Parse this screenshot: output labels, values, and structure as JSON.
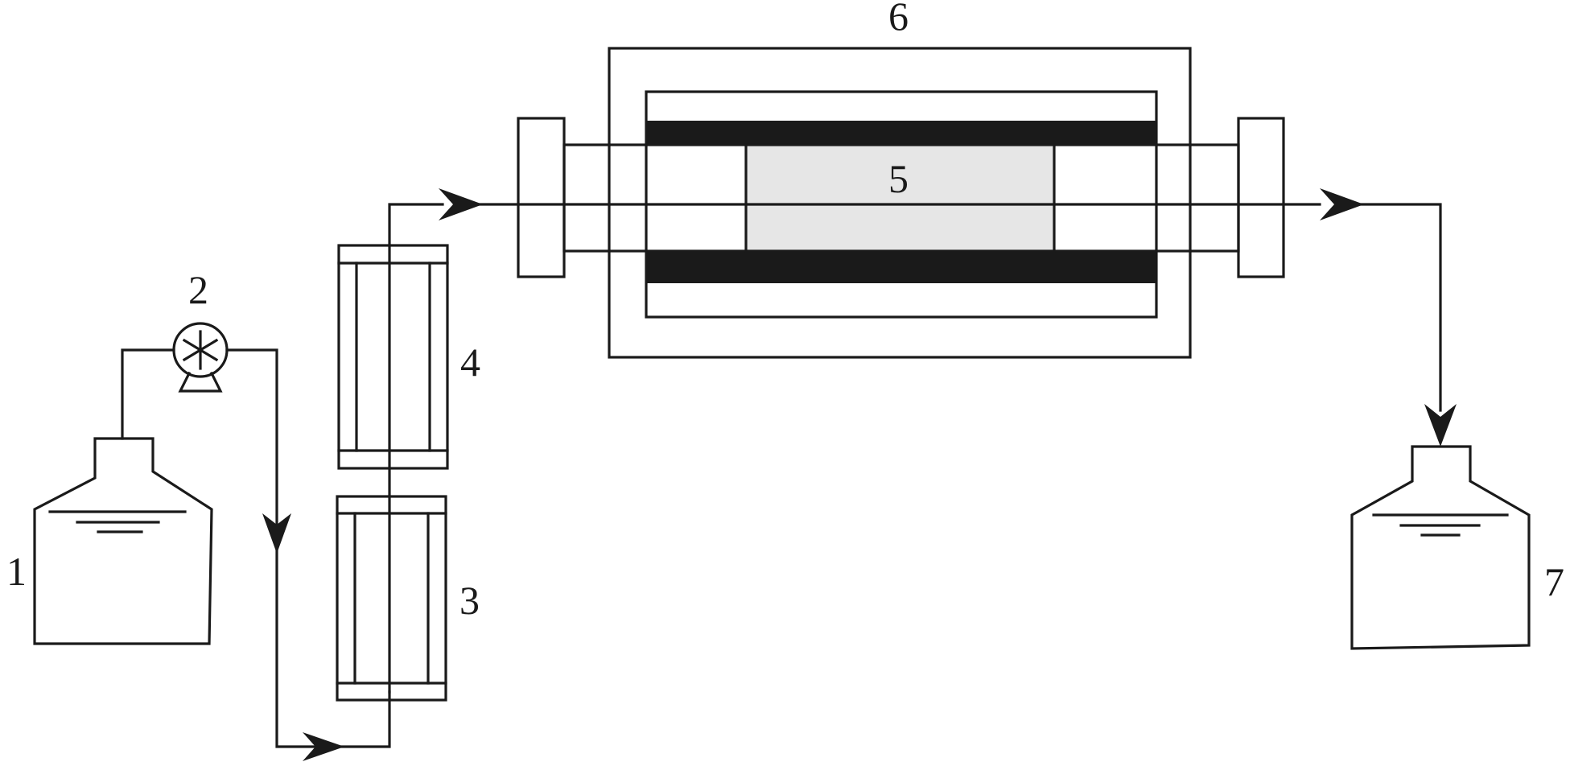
{
  "labels": {
    "reservoir_in": "1",
    "pump": "2",
    "column_lower": "3",
    "column_upper": "4",
    "sample": "5",
    "heater": "6",
    "reservoir_out": "7"
  },
  "colors": {
    "line": "#1a1a1a",
    "sample_fill": "#e6e6e6",
    "background": "#ffffff"
  }
}
